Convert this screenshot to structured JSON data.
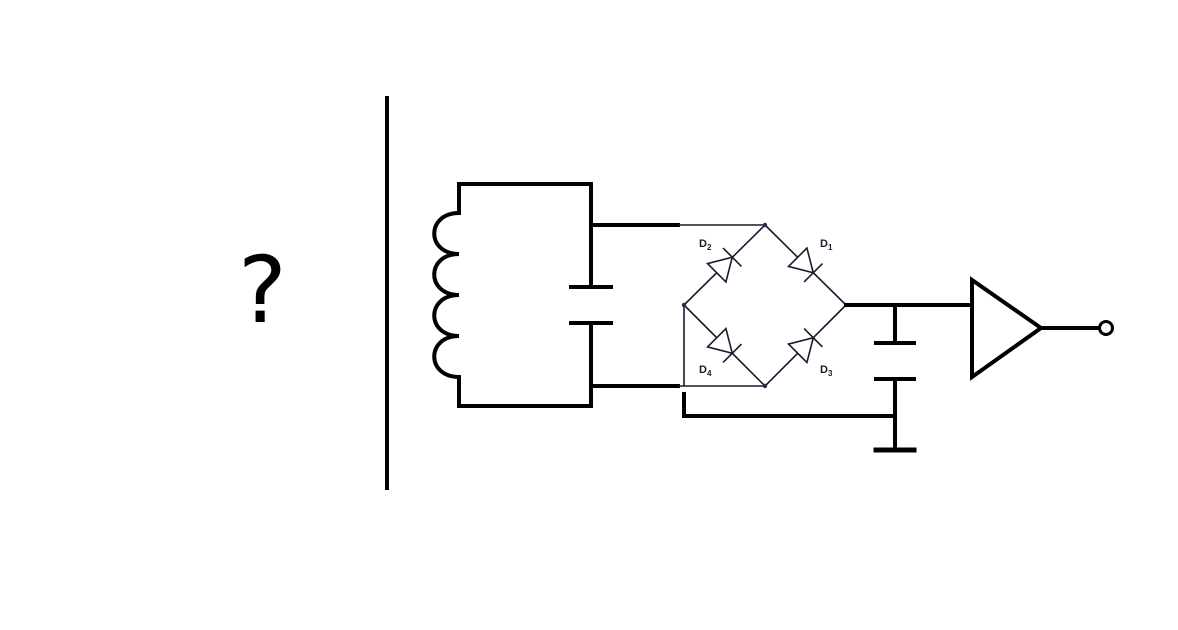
{
  "diagram": {
    "unknown_source_label": "?",
    "diodes": [
      {
        "letter": "D",
        "sub": "1"
      },
      {
        "letter": "D",
        "sub": "2"
      },
      {
        "letter": "D",
        "sub": "3"
      },
      {
        "letter": "D",
        "sub": "4"
      }
    ]
  }
}
